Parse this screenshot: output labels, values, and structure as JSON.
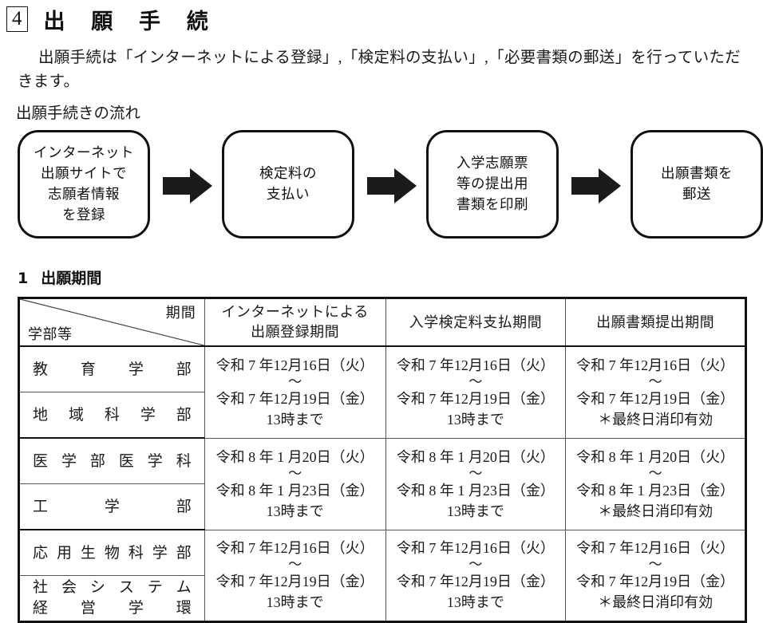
{
  "section": {
    "number": "4",
    "heading": "出 願 手 続"
  },
  "intro": {
    "text": "出願手続は「インターネットによる登録」,「検定料の支払い」,「必要書類の郵送」を行っていただきます。",
    "flow_label": "出願手続きの流れ"
  },
  "flow": {
    "boxes": [
      {
        "lines": [
          "インターネット",
          "出願サイトで",
          "志願者情報",
          "を登録"
        ]
      },
      {
        "lines": [
          "検定料の",
          "支払い"
        ]
      },
      {
        "lines": [
          "入学志願票",
          "等の提出用",
          "書類を印刷"
        ]
      },
      {
        "lines": [
          "出願書類を",
          "郵送"
        ]
      }
    ],
    "arrows": [
      "arrow-right-icon",
      "arrow-right-icon",
      "arrow-right-icon"
    ]
  },
  "subsection": {
    "number": "1",
    "title": "出願期間"
  },
  "table": {
    "corner": {
      "top_right": "期間",
      "bottom_left": "学部等"
    },
    "headers": [
      {
        "line1": "インターネットによる",
        "line2": "出願登録期間"
      },
      {
        "line1": "入学検定料支払期間",
        "line2": ""
      },
      {
        "line1": "出願書類提出期間",
        "line2": ""
      }
    ],
    "groups": [
      {
        "departments": [
          {
            "chars": "教育学部",
            "display": "教 育 学 部"
          },
          {
            "chars": "地域科学部",
            "display": "地 域 科 学 部"
          }
        ],
        "internet": {
          "start": "令和 7 年12月16日（火）",
          "tilde": "〜",
          "end": "令和 7 年12月19日（金）",
          "note": "13時まで"
        },
        "payment": {
          "start": "令和 7 年12月16日（火）",
          "tilde": "〜",
          "end": "令和 7 年12月19日（金）",
          "note": "13時まで"
        },
        "documents": {
          "start": "令和 7 年12月16日（火）",
          "tilde": "〜",
          "end": "令和 7 年12月19日（金）",
          "note": "＊最終日消印有効"
        }
      },
      {
        "departments": [
          {
            "chars": "医学部医学科",
            "display": "医 学 部 医 学 科"
          },
          {
            "chars": "工学部",
            "display": "工 学 部"
          }
        ],
        "internet": {
          "start": "令和 8 年 1 月20日（火）",
          "tilde": "〜",
          "end": "令和 8 年 1 月23日（金）",
          "note": "13時まで"
        },
        "payment": {
          "start": "令和 8 年 1 月20日（火）",
          "tilde": "〜",
          "end": "令和 8 年 1 月23日（金）",
          "note": "13時まで"
        },
        "documents": {
          "start": "令和 8 年 1 月20日（火）",
          "tilde": "〜",
          "end": "令和 8 年 1 月23日（金）",
          "note": "＊最終日消印有効"
        }
      },
      {
        "departments": [
          {
            "chars": "応用生物科学部",
            "display": "応 用 生 物 科 学 部"
          },
          {
            "chars": "社会システム経営学環",
            "display_line1": "社 会 シ ス テ ム",
            "display_line2": "経 営 学 環"
          }
        ],
        "internet": {
          "start": "令和 7 年12月16日（火）",
          "tilde": "〜",
          "end": "令和 7 年12月19日（金）",
          "note": "13時まで"
        },
        "payment": {
          "start": "令和 7 年12月16日（火）",
          "tilde": "〜",
          "end": "令和 7 年12月19日（金）",
          "note": "13時まで"
        },
        "documents": {
          "start": "令和 7 年12月16日（火）",
          "tilde": "〜",
          "end": "令和 7 年12月19日（金）",
          "note": "＊最終日消印有効"
        }
      }
    ]
  },
  "colors": {
    "ink": "#1a1a1a",
    "rule": "#555555",
    "frame": "#111111",
    "page": "#ffffff"
  }
}
